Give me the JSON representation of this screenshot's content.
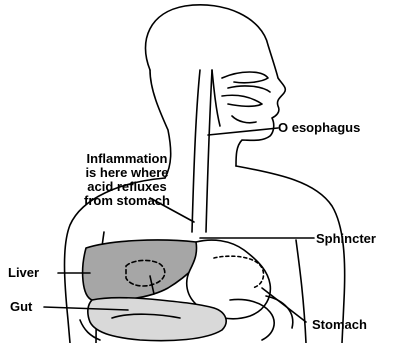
{
  "labels": {
    "oesophagus": "O esophagus",
    "inflammation": [
      "Inflammation",
      "is here where",
      "acid refluxes",
      "from stomach"
    ],
    "sphincter": "Sphincter",
    "liver": "Liver",
    "gut": "Gut",
    "stomach": "Stomach"
  },
  "colors": {
    "outline": "#000000",
    "liver_fill": "#a6a6a6",
    "gut_fill": "#d9d9d9",
    "background": "#ffffff"
  }
}
